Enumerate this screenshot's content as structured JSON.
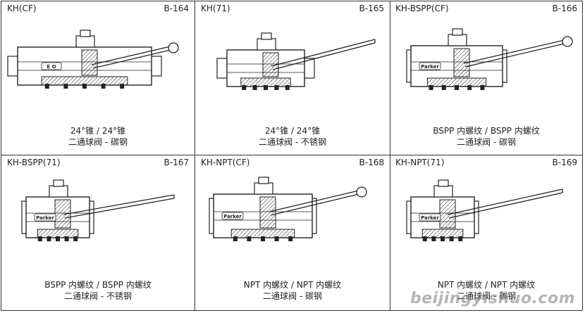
{
  "cells": [
    {
      "code": "KH(CF)",
      "ref": "B-164",
      "line1": "24°锥 / 24°锥",
      "line2": "二通球阀 - 碳钢",
      "variant": "cone",
      "badge": "E O",
      "handle": "ball"
    },
    {
      "code": "KH(71)",
      "ref": "B-165",
      "line1": "24°锥 / 24°锥",
      "line2": "二通球阀 - 不锈钢",
      "variant": "cone71",
      "badge": "",
      "handle": "flat"
    },
    {
      "code": "KH-BSPP(CF)",
      "ref": "B-166",
      "line1": "BSPP 内螺纹 / BSPP 内螺纹",
      "line2": "二通球阀 - 碳钢",
      "variant": "body",
      "badge": "Parker",
      "handle": "ball"
    },
    {
      "code": "KH-BSPP(71)",
      "ref": "B-167",
      "line1": "BSPP 内螺纹 / BSPP 内螺纹",
      "line2": "二通球阀 - 不锈钢",
      "variant": "body",
      "badge": "Parker",
      "handle": "flat"
    },
    {
      "code": "KH-NPT(CF)",
      "ref": "B-168",
      "line1": "NPT 内螺纹 / NPT 内螺纹",
      "line2": "二通球阀 - 碳钢",
      "variant": "body",
      "badge": "Parker",
      "handle": "ball"
    },
    {
      "code": "KH-NPT(71)",
      "ref": "B-169",
      "line1": "NPT 内螺纹 / NPT 内螺纹",
      "line2": "二通球阀 - 碳钢",
      "variant": "body",
      "badge": "Parker",
      "handle": "flat"
    }
  ],
  "watermark": "beijingyishuo.com"
}
